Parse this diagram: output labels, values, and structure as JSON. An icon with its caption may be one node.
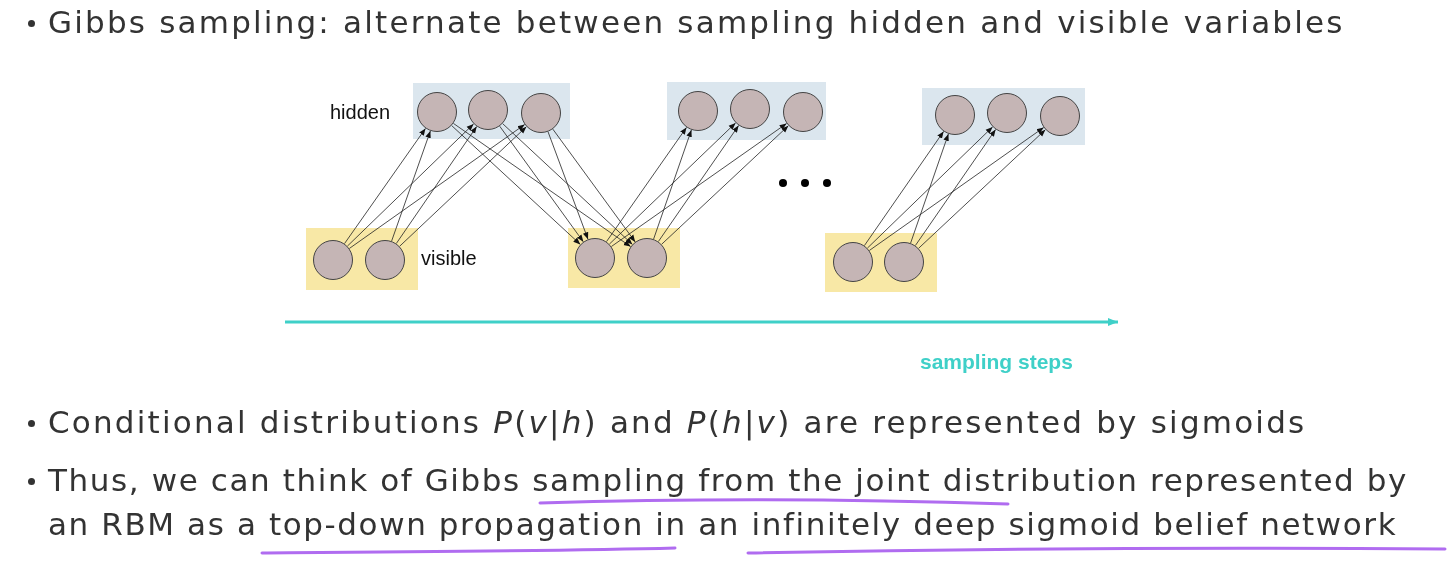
{
  "diagram": {
    "nodes": [
      {
        "text": [
          "hidden"
        ]
      },
      {
        "text": [],
        "shape": "circle",
        "in": 0
      },
      {
        "text": [],
        "shape": "circle",
        "in": 0
      },
      {
        "text": [],
        "shape": "circle",
        "in": 0
      },
      {
        "text": [
          "visible"
        ]
      },
      {
        "text": [],
        "shape": "circle",
        "in": 4
      },
      {
        "text": [],
        "shape": "circle",
        "in": 4
      },
      {
        "text": [],
        "shape": "box"
      },
      {
        "text": [],
        "shape": "circle",
        "in": 7
      },
      {
        "text": [],
        "shape": "circle",
        "in": 7
      },
      {
        "text": [],
        "shape": "circle",
        "in": 7
      },
      {
        "text": [],
        "shape": "box"
      },
      {
        "text": [],
        "shape": "circle",
        "in": 11
      },
      {
        "text": [],
        "shape": "circle",
        "in": 11
      },
      {
        "text": [],
        "shape": "box"
      },
      {
        "text": [],
        "shape": "circle",
        "in": 14
      },
      {
        "text": [],
        "shape": "circle",
        "in": 14
      },
      {
        "text": [],
        "shape": "circle",
        "in": 14
      },
      {
        "text": [],
        "shape": "box"
      },
      {
        "text": [],
        "shape": "circle",
        "in": 18
      },
      {
        "text": [],
        "shape": "circle",
        "in": 18
      }
    ],
    "edges": [
      {
        "from": 5,
        "to": 1,
        "arrow": "to"
      },
      {
        "from": 5,
        "to": 2,
        "arrow": "to"
      },
      {
        "from": 5,
        "to": 3,
        "arrow": "to"
      },
      {
        "from": 6,
        "to": 1,
        "arrow": "to"
      },
      {
        "from": 6,
        "to": 2,
        "arrow": "to"
      },
      {
        "from": 6,
        "to": 3,
        "arrow": "to"
      },
      {
        "from": 1,
        "to": 12,
        "arrow": "to"
      },
      {
        "from": 1,
        "to": 13,
        "arrow": "to"
      },
      {
        "from": 2,
        "to": 12,
        "arrow": "to"
      },
      {
        "from": 2,
        "to": 13,
        "arrow": "to"
      },
      {
        "from": 3,
        "to": 12,
        "arrow": "to"
      },
      {
        "from": 3,
        "to": 13,
        "arrow": "to"
      },
      {
        "from": 12,
        "to": 8,
        "arrow": "to"
      },
      {
        "from": 12,
        "to": 9,
        "arrow": "to"
      },
      {
        "from": 12,
        "to": 10,
        "arrow": "to"
      },
      {
        "from": 13,
        "to": 8,
        "arrow": "to"
      },
      {
        "from": 13,
        "to": 9,
        "arrow": "to"
      },
      {
        "from": 13,
        "to": 10,
        "arrow": "to"
      },
      {
        "from": 19,
        "to": 15,
        "arrow": "to"
      },
      {
        "from": 19,
        "to": 16,
        "arrow": "to"
      },
      {
        "from": 19,
        "to": 17,
        "arrow": "to"
      },
      {
        "from": 20,
        "to": 15,
        "arrow": "to"
      },
      {
        "from": 20,
        "to": 16,
        "arrow": "to"
      },
      {
        "from": 20,
        "to": 17,
        "arrow": "to"
      }
    ],
    "labels": [
      "Gibbs sampling: alternate between sampling hidden and visible variables",
      "sampling steps",
      "Conditional distributions *P*(*v*|*h*) and *P*(*h*|*v*) are represented by sigmoids",
      "Thus, we can think of Gibbs sampling from the joint distribution represented by an RBM as a top-down propagation in an infinitely deep sigmoid belief network"
    ]
  }
}
